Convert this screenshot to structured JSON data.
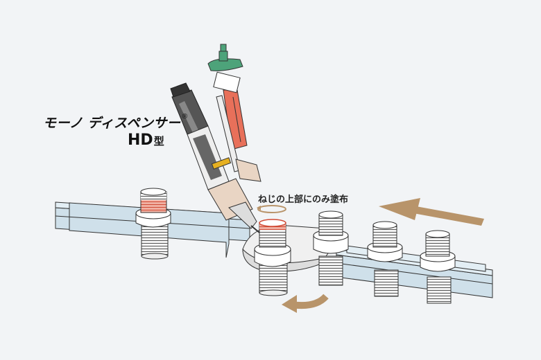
{
  "product": {
    "brand": "モーノ ディスペンサー",
    "registered_mark": "®",
    "model": "HD",
    "model_suffix": "型"
  },
  "callout": {
    "text": "ねじの上部にのみ塗布"
  },
  "colors": {
    "background": "#f2f4f6",
    "rail": "#c9dbe6",
    "accent_red": "#e8705a",
    "nozzle_green": "#4da37a",
    "arrow": "#b8946a"
  },
  "icons": {
    "conveyor_direction": "arrow-left-icon",
    "turntable_rotation": "curved-arrow-icon",
    "screw_rotation": "rotation-ellipse-icon"
  }
}
